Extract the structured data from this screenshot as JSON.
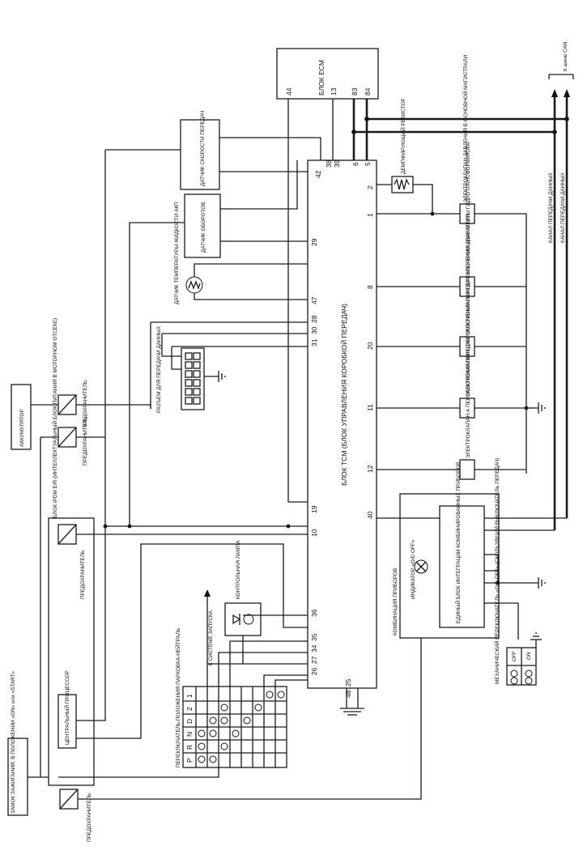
{
  "tcm": {
    "title": "БЛОК ТСМ (БЛОК УПРАВЛЕНИЯ КОРОБКОЙ ПЕРЕДАЧ)",
    "top_pins": [
      "42",
      "38",
      "39",
      "6",
      "5"
    ],
    "right_pins": [
      "2",
      "1",
      "8",
      "20",
      "11",
      "12",
      "40"
    ],
    "left_pins": [
      "29",
      "47",
      "28",
      "30",
      "31",
      "19",
      "10",
      "36",
      "35",
      "34",
      "27",
      "26"
    ],
    "bottom_pins": [
      "25",
      "48"
    ]
  },
  "ecm": {
    "title": "БЛОК ECM",
    "pins": [
      "44",
      "13",
      "83",
      "84"
    ]
  },
  "can": {
    "bus_label": "К шине CAN",
    "line_high": "КАНАЛ ПЕРЕДАЧИ ДАННЫХ",
    "line_low": "КАНАЛ ПЕРЕДАЧИ ДАННЫХ"
  },
  "components": {
    "output_speed_sensor": "ДАТЧИК СКОРОСТИ ПЕРЕДАЧ",
    "turbine_speed_sensor": "ДАТЧИК ОБОРОТОВ",
    "fluid_temp_sensor": "ДАТЧИК ТЕМПЕРАТУРЫ ЖИДКОСТИ АКП",
    "pressure_solenoid": "ЭЛЕКТРОКЛАПАН ДАВЛЕНИЯ В ОСНОВНОЙ МАГИСТРАЛИ",
    "tcc_solenoid": "ЭЛЕКТРОКЛАПАН МУФТЫ ГИДРОТРАНСФОРМАТОРА",
    "overrun_solenoid": "ЭЛЕКТРОКЛАПАН ПЕРЕКЛЮЧЕНИЯ ДВИГАТЕЛЯ",
    "shift_solenoid_b": "ЭЛЕКТРОКЛАПАН В ПЕРЕКЛЮЧЕНИЯ ПЕРЕДАЧ",
    "shift_solenoid_a": "ЭЛЕКТРОКЛАПАН А ПЕРЕКЛЮЧЕНИЯ ПЕРЕДАЧ",
    "dropping_resistor": "ДЕМПФИРУЮЩИЙ РЕЗИСТОР",
    "dlc": "РАЗЪЕМ ДЛЯ ПЕРЕДАЧИ ДАННЫХ",
    "battery": "АККУМУЛЯТОР",
    "fuse_1": "ПРЕДОХРАНИТЕЛЬ",
    "fuse_2": "ПРЕДОХРАНИТЕЛЬ",
    "ipdm": "БЛОК IPDM Е/R (ИНТЕЛЛЕКТУАЛЬНЫЙ БЛОК ПИТАНИЯ В МОТОРНОМ ОТСЕКЕ)",
    "ipdm_fuse": "ПРЕДОХРАНИТЕЛЬ",
    "cpu": "ЦЕНТРАЛЬНЫЙ ПРОЦЕССОР",
    "ignition": "ЗАМОК ЗАЖИГАНИЯ: В ПОЛОЖЕНИИ «ON» или «START»",
    "ignition_fuse": "ПРЕДОХРАНИТЕЛЬ",
    "park_neutral_switch": "ПЕРЕКЛЮЧАТЕЛЬ ПОЛОЖЕНИЯ ПАРКОВКА-НЕЙТРАЛЬ",
    "starter_note": "К СИСТЕМЕ ЗАПУСКА",
    "combination_meter_label": "КОМБИНАЦИЯ ПРИБОРОВ",
    "combination_meter_lamp": "ИНДИКАТОР «O/D OFF»",
    "combination_meter_unit": "ЕДИНЫЙ БЛОК ИНТЕГРАЦИИ КОМБИНИРОВАННЫХ ПРИБОРОВ",
    "meter_lamp_label": "КОНТРОЛЬНАЯ ЛАМПА",
    "od_switch": "МЕХАНИЧЕСКИЙ ПЕРЕКЛЮЧАТЕЛЬ «O/D OFF» (СКОЛЬЗЯЩИЙ ВЫКЛЮЧАТЕЛЬ ПЕРЕДАЧ)",
    "od_switch_off": "OFF",
    "od_switch_on": "ON"
  },
  "shift_table": {
    "positions": [
      "P",
      "R",
      "N",
      "D",
      "2",
      "1"
    ]
  }
}
